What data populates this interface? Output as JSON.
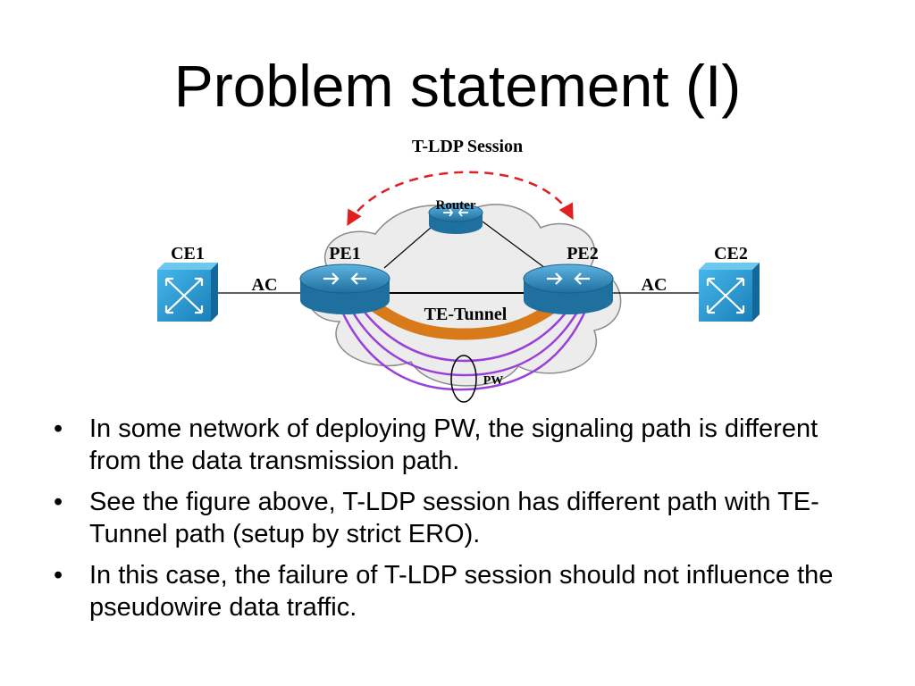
{
  "slide": {
    "title": "Problem statement (I)"
  },
  "diagram": {
    "session_label": "T-LDP Session",
    "router_label": "Router",
    "ce1_label": "CE1",
    "pe1_label": "PE1",
    "pe2_label": "PE2",
    "ce2_label": "CE2",
    "ac_left_label": "AC",
    "ac_right_label": "AC",
    "tunnel_label": "TE-Tunnel",
    "pw_label": "PW",
    "colors": {
      "session_arrow": "#e02020",
      "tunnel": "#d97a1a",
      "pseudowire": "#9a3fd9",
      "router": "#2f8fc7",
      "switch": "#2a9fd6",
      "cloud": "#ececec"
    }
  },
  "bullets": [
    {
      "marker": "•",
      "text": "In some network of deploying PW, the signaling path is different from the data transmission path."
    },
    {
      "marker": "•",
      "text": "See the figure above, T-LDP session has different path with TE-Tunnel path (setup by strict ERO)."
    },
    {
      "marker": "•",
      "text": "In this case, the failure of T-LDP session should not influence the pseudowire data traffic."
    }
  ]
}
